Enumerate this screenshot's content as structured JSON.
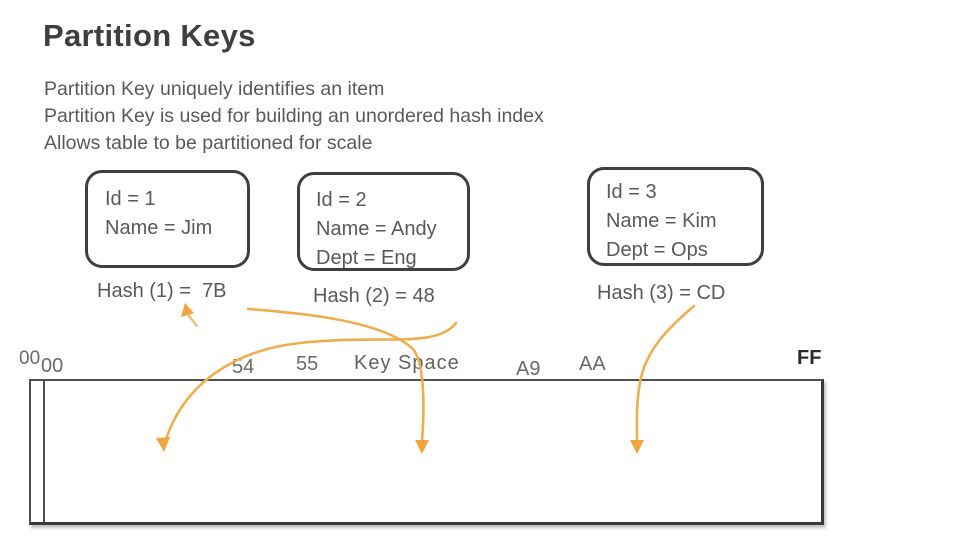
{
  "slide": {
    "title": "Partition Keys",
    "bullets": [
      "Partition Key uniquely identifies an item",
      "Partition Key is used for building an unordered hash index",
      "Allows table to be partitioned for scale"
    ]
  },
  "records": [
    {
      "fields": [
        "Id = 1",
        "Name = Jim"
      ],
      "hash": "Hash (1) =  7B"
    },
    {
      "fields": [
        "Id = 2",
        "Name = Andy",
        "Dept = Eng"
      ],
      "hash": "Hash (2) = 48"
    },
    {
      "fields": [
        "Id = 3",
        "Name = Kim",
        "Dept = Ops"
      ],
      "hash": "Hash (3) = CD"
    }
  ],
  "keyspace": {
    "title": "Key Space",
    "axis_labels": {
      "origin_a": "00",
      "origin_b": "00",
      "partition1_end": "54",
      "partition2_start": "55",
      "partition2_end": "A9",
      "partition3_start": "AA",
      "max": "FF"
    }
  },
  "colors": {
    "arrow_stroke": "#EFAE4E",
    "arrow_head": "#F0A63C"
  }
}
